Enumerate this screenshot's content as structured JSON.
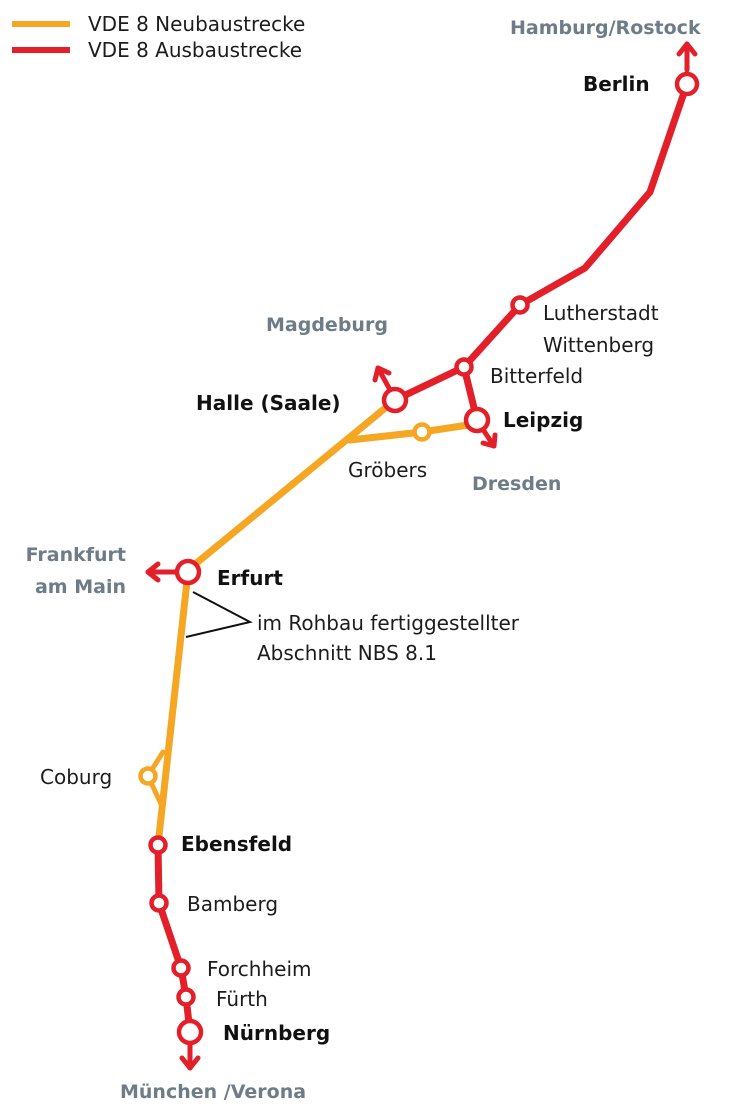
{
  "colors": {
    "new_line": "#f5a623",
    "upgrade_line": "#e3202a",
    "external_label": "#6e7c87",
    "station_fill": "#ffffff",
    "annotation": "#111111"
  },
  "legend": {
    "new_line_label": "VDE 8 Neubaustrecke",
    "upgrade_line_label": "VDE 8 Ausbaustrecke"
  },
  "stations": {
    "berlin": "Berlin",
    "wittenberg_1": "Lutherstadt",
    "wittenberg_2": "Wittenberg",
    "bitterfeld": "Bitterfeld",
    "halle": "Halle (Saale)",
    "leipzig": "Leipzig",
    "groebers": "Gröbers",
    "erfurt": "Erfurt",
    "coburg": "Coburg",
    "ebensfeld": "Ebensfeld",
    "bamberg": "Bamberg",
    "forchheim": "Forchheim",
    "fuerth": "Fürth",
    "nuernberg": "Nürnberg"
  },
  "destinations": {
    "hamburg": "Hamburg/Rostock",
    "magdeburg": "Magdeburg",
    "dresden": "Dresden",
    "frankfurt_1": "Frankfurt",
    "frankfurt_2": "am Main",
    "muenchen": "München /Verona"
  },
  "annotation": {
    "line1": "im Rohbau fertiggestellter",
    "line2": "Abschnitt NBS 8.1"
  }
}
